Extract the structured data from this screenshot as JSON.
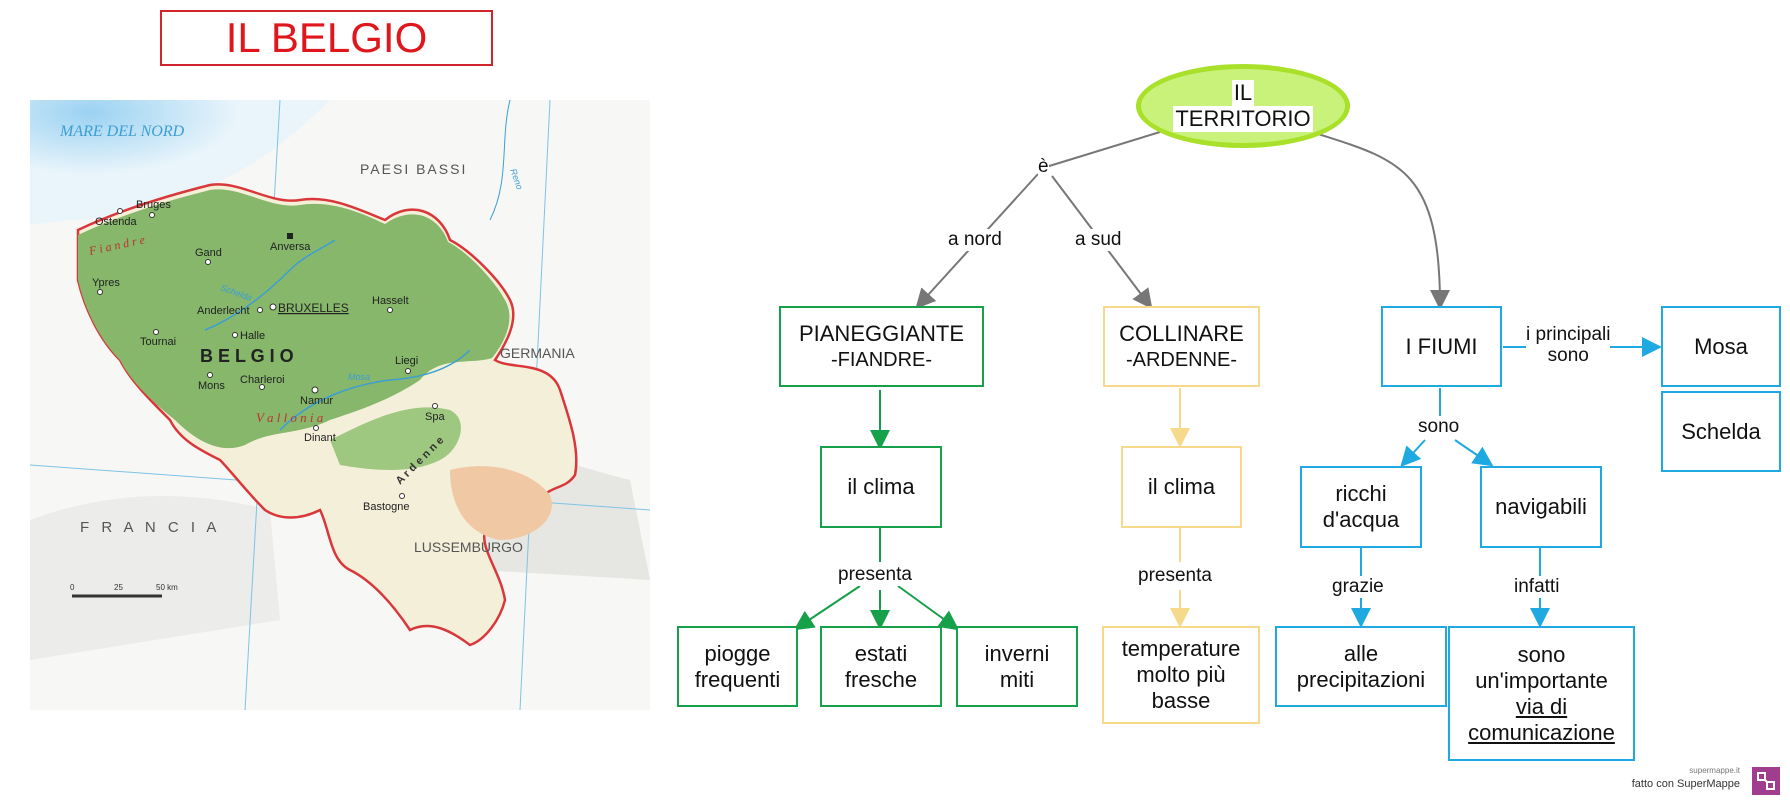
{
  "title": "IL BELGIO",
  "map": {
    "sea": "MARE DEL NORD",
    "netherlands": "PAESI BASSI",
    "germany": "GERMANIA",
    "france": "F R A N C I A",
    "luxembourg": "LUSSEMBURGO",
    "country": "B E L G I O",
    "flanders": "F i a n d r e",
    "wallonia": "V a l l o n i a",
    "ardennes": "A r d e n n e",
    "cities": {
      "bruges": "Bruges",
      "ostend": "Ostenda",
      "gand": "Gand",
      "antwerp": "Anversa",
      "ypres": "Ypres",
      "anderlecht": "Anderlecht",
      "brussels": "BRUXELLES",
      "hasselt": "Hasselt",
      "tournai": "Tournai",
      "halle": "Halle",
      "liegi": "Liegi",
      "mons": "Mons",
      "charleroi": "Charleroi",
      "namur": "Namur",
      "dinant": "Dinant",
      "spa": "Spa",
      "bastogne": "Bastogne"
    },
    "rivers": {
      "schelda": "Schelda",
      "mosa": "Mosa",
      "reno": "Reno"
    },
    "scale": {
      "t0": "0",
      "t25": "25",
      "t50": "50 km"
    }
  },
  "concept_map": {
    "root": {
      "line1": "IL",
      "line2": "TERRITORIO"
    },
    "labels": {
      "e": "è",
      "a_nord": "a nord",
      "a_sud": "a sud",
      "presenta1": "presenta",
      "presenta2": "presenta",
      "principali1": "i principali",
      "principali2": "sono",
      "sono": "sono",
      "grazie": "grazie",
      "infatti": "infatti"
    },
    "nodes": {
      "pianeggiante": {
        "line1": "PIANEGGIANTE",
        "line2": "-FIANDRE-"
      },
      "collinare": {
        "line1": "COLLINARE",
        "line2": "-ARDENNE-"
      },
      "fiumi": "I FIUMI",
      "mosa": "Mosa",
      "schelda": "Schelda",
      "clima1": "il clima",
      "clima2": "il clima",
      "piogge": {
        "line1": "piogge",
        "line2": "frequenti"
      },
      "estati": {
        "line1": "estati",
        "line2": "fresche"
      },
      "inverni": {
        "line1": "inverni",
        "line2": "miti"
      },
      "temperature": {
        "line1": "temperature",
        "line2": "molto più",
        "line3": "basse"
      },
      "ricchi": {
        "line1": "ricchi",
        "line2": "d'acqua"
      },
      "navigabili": "navigabili",
      "precipitazioni": {
        "line1": "alle",
        "line2": "precipitazioni"
      },
      "importante": {
        "line1": "sono",
        "line2": "un'importante",
        "line3": "via di",
        "line4": "comunicazione"
      }
    }
  },
  "footer": {
    "small": "supermappe.it",
    "text": "fatto con SuperMappe"
  },
  "colors": {
    "green": "#16a04a",
    "yellow": "#f6d98a",
    "blue": "#1eaae0",
    "red": "#e0161d",
    "grey": "#777777"
  }
}
